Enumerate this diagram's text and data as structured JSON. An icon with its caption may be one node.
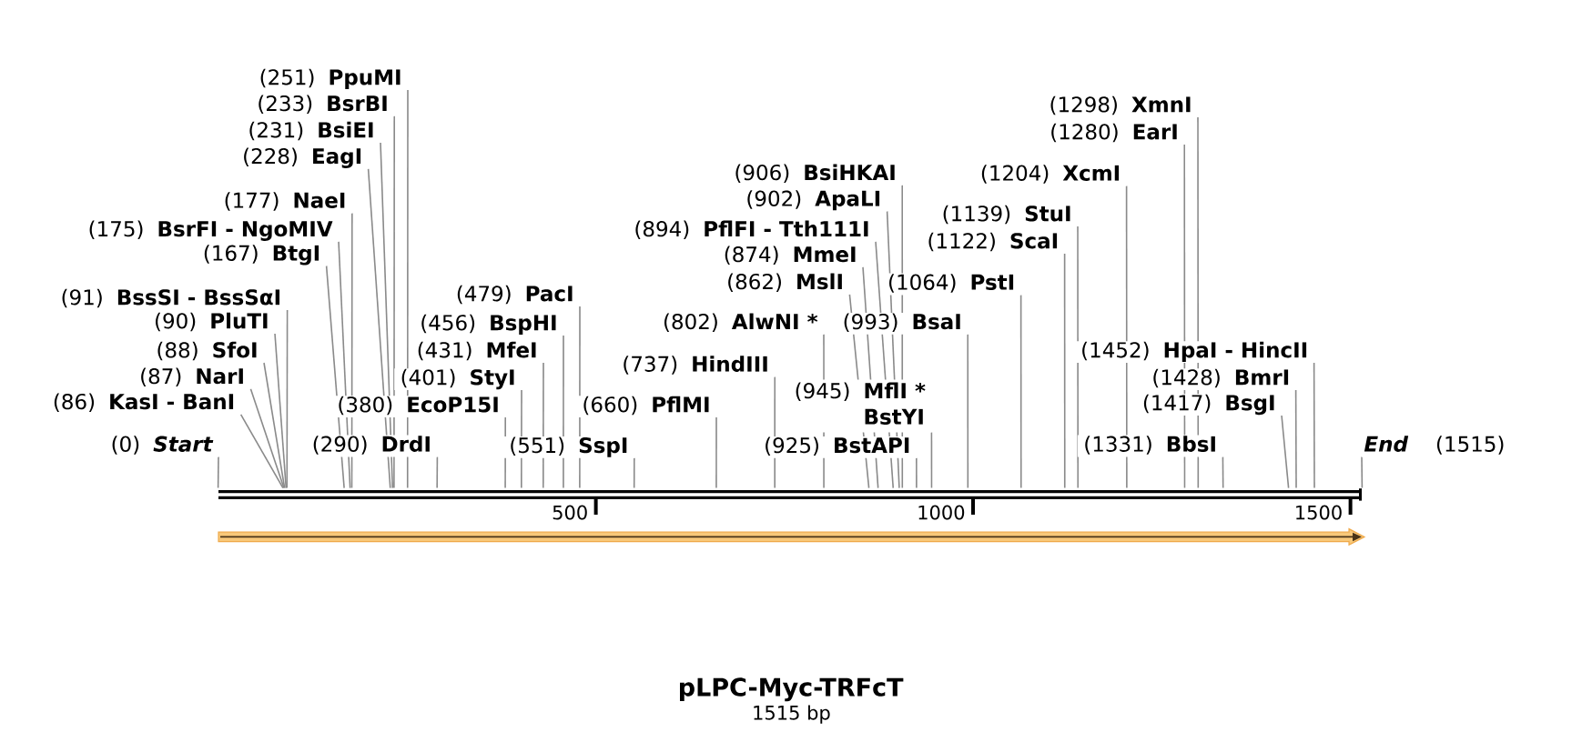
{
  "diagram": {
    "title": "pLPC-Myc-TRFcT",
    "caption": "1515 bp",
    "nodes": [
      {
        "text": [
          "(251)",
          "PpuMI"
        ]
      },
      {
        "text": [
          "(233)",
          "BsrBI"
        ]
      },
      {
        "text": [
          "(1298)",
          "XmnI"
        ]
      },
      {
        "text": [
          "(231)",
          "BsiEI"
        ]
      },
      {
        "text": [
          "(1280)",
          "EarI"
        ]
      },
      {
        "text": [
          "(228)",
          "EagI"
        ]
      },
      {
        "text": [
          "(906)",
          "BsiHKAI"
        ]
      },
      {
        "text": [
          "(1204)",
          "XcmI"
        ]
      },
      {
        "text": [
          "(177)",
          "NaeI"
        ]
      },
      {
        "text": [
          "(902)",
          "ApaLI"
        ]
      },
      {
        "text": [
          "(1139)",
          "StuI"
        ]
      },
      {
        "text": [
          "(175)",
          "BsrFI - NgoMIV"
        ]
      },
      {
        "text": [
          "(894)",
          "PflFI - Tth111I"
        ]
      },
      {
        "text": [
          "(1122)",
          "ScaI"
        ]
      },
      {
        "text": [
          "(167)",
          "BtgI"
        ]
      },
      {
        "text": [
          "(874)",
          "MmeI"
        ]
      },
      {
        "text": [
          "(862)",
          "MslI"
        ]
      },
      {
        "text": [
          "(1064)",
          "PstI"
        ]
      },
      {
        "text": [
          "(91)",
          "BssSI - BssSαI"
        ]
      },
      {
        "text": [
          "(479)",
          "PacI"
        ]
      },
      {
        "text": [
          "(90)",
          "PluTI"
        ]
      },
      {
        "text": [
          "(456)",
          "BspHI"
        ]
      },
      {
        "text": [
          "(802)",
          "AlwNI *"
        ]
      },
      {
        "text": [
          "(993)",
          "BsaI"
        ]
      },
      {
        "text": [
          "(88)",
          "SfoI"
        ]
      },
      {
        "text": [
          "(431)",
          "MfeI"
        ]
      },
      {
        "text": [
          "(1452)",
          "HpaI - HincII"
        ]
      },
      {
        "text": [
          "(737)",
          "HindIII"
        ]
      },
      {
        "text": [
          "(87)",
          "NarI"
        ]
      },
      {
        "text": [
          "(401)",
          "StyI"
        ]
      },
      {
        "text": [
          "(1428)",
          "BmrI"
        ]
      },
      {
        "text": [
          "(945)",
          "MflI *",
          "BstYI"
        ]
      },
      {
        "text": [
          "(86)",
          "KasI - BanI"
        ]
      },
      {
        "text": [
          "(380)",
          "EcoP15I"
        ]
      },
      {
        "text": [
          "(660)",
          "PflMI"
        ]
      },
      {
        "text": [
          "(1417)",
          "BsgI"
        ]
      },
      {
        "text": [
          "(0)",
          "Start"
        ]
      },
      {
        "text": [
          "(290)",
          "DrdI"
        ]
      },
      {
        "text": [
          "(551)",
          "SspI"
        ]
      },
      {
        "text": [
          "(925)",
          "BstAPI"
        ]
      },
      {
        "text": [
          "(1331)",
          "BbsI"
        ]
      },
      {
        "text": [
          "End",
          "(1515)"
        ]
      },
      {
        "text": [],
        "shape": "bar"
      }
    ],
    "edges": [
      {
        "from": 0,
        "to": 42,
        "arrow": "none"
      },
      {
        "from": 1,
        "to": 42,
        "arrow": "none"
      },
      {
        "from": 2,
        "to": 42,
        "arrow": "none"
      },
      {
        "from": 3,
        "to": 42,
        "arrow": "none"
      },
      {
        "from": 4,
        "to": 42,
        "arrow": "none"
      },
      {
        "from": 5,
        "to": 42,
        "arrow": "none"
      },
      {
        "from": 6,
        "to": 42,
        "arrow": "none"
      },
      {
        "from": 7,
        "to": 42,
        "arrow": "none"
      },
      {
        "from": 8,
        "to": 42,
        "arrow": "none"
      },
      {
        "from": 9,
        "to": 42,
        "arrow": "none"
      },
      {
        "from": 10,
        "to": 42,
        "arrow": "none"
      },
      {
        "from": 11,
        "to": 42,
        "arrow": "none"
      },
      {
        "from": 12,
        "to": 42,
        "arrow": "none"
      },
      {
        "from": 13,
        "to": 42,
        "arrow": "none"
      },
      {
        "from": 14,
        "to": 42,
        "arrow": "none"
      },
      {
        "from": 15,
        "to": 42,
        "arrow": "none"
      },
      {
        "from": 16,
        "to": 42,
        "arrow": "none"
      },
      {
        "from": 17,
        "to": 42,
        "arrow": "none"
      },
      {
        "from": 18,
        "to": 42,
        "arrow": "none"
      },
      {
        "from": 19,
        "to": 42,
        "arrow": "none"
      },
      {
        "from": 20,
        "to": 42,
        "arrow": "none"
      },
      {
        "from": 21,
        "to": 42,
        "arrow": "none"
      },
      {
        "from": 22,
        "to": 42,
        "arrow": "none"
      },
      {
        "from": 23,
        "to": 42,
        "arrow": "none"
      },
      {
        "from": 24,
        "to": 42,
        "arrow": "none"
      },
      {
        "from": 25,
        "to": 42,
        "arrow": "none"
      },
      {
        "from": 26,
        "to": 42,
        "arrow": "none"
      },
      {
        "from": 27,
        "to": 42,
        "arrow": "none"
      },
      {
        "from": 28,
        "to": 42,
        "arrow": "none"
      },
      {
        "from": 29,
        "to": 42,
        "arrow": "none"
      },
      {
        "from": 30,
        "to": 42,
        "arrow": "none"
      },
      {
        "from": 31,
        "to": 42,
        "arrow": "none"
      },
      {
        "from": 32,
        "to": 42,
        "arrow": "none"
      },
      {
        "from": 33,
        "to": 42,
        "arrow": "none"
      },
      {
        "from": 34,
        "to": 42,
        "arrow": "none"
      },
      {
        "from": 35,
        "to": 42,
        "arrow": "none"
      },
      {
        "from": 36,
        "to": 42,
        "arrow": "none"
      },
      {
        "from": 37,
        "to": 42,
        "arrow": "none"
      },
      {
        "from": 38,
        "to": 42,
        "arrow": "none"
      },
      {
        "from": 39,
        "to": 42,
        "arrow": "none"
      },
      {
        "from": 40,
        "to": 42,
        "arrow": "none"
      },
      {
        "from": 41,
        "to": 42,
        "arrow": "none"
      }
    ],
    "labels": [
      "500",
      "1000",
      "1500"
    ]
  }
}
